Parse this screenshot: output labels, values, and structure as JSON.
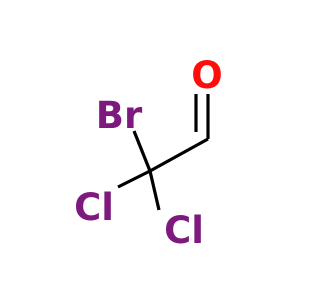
{
  "molecule": {
    "atoms": {
      "oxygen": {
        "label": "O",
        "color": "#ff0d0d"
      },
      "bromine": {
        "label": "Br",
        "color": "#7e1a7e"
      },
      "chlorine_left": {
        "label": "Cl",
        "color": "#7e1a7e"
      },
      "chlorine_right": {
        "label": "Cl",
        "color": "#7e1a7e"
      }
    },
    "bond_color": "#000000"
  }
}
